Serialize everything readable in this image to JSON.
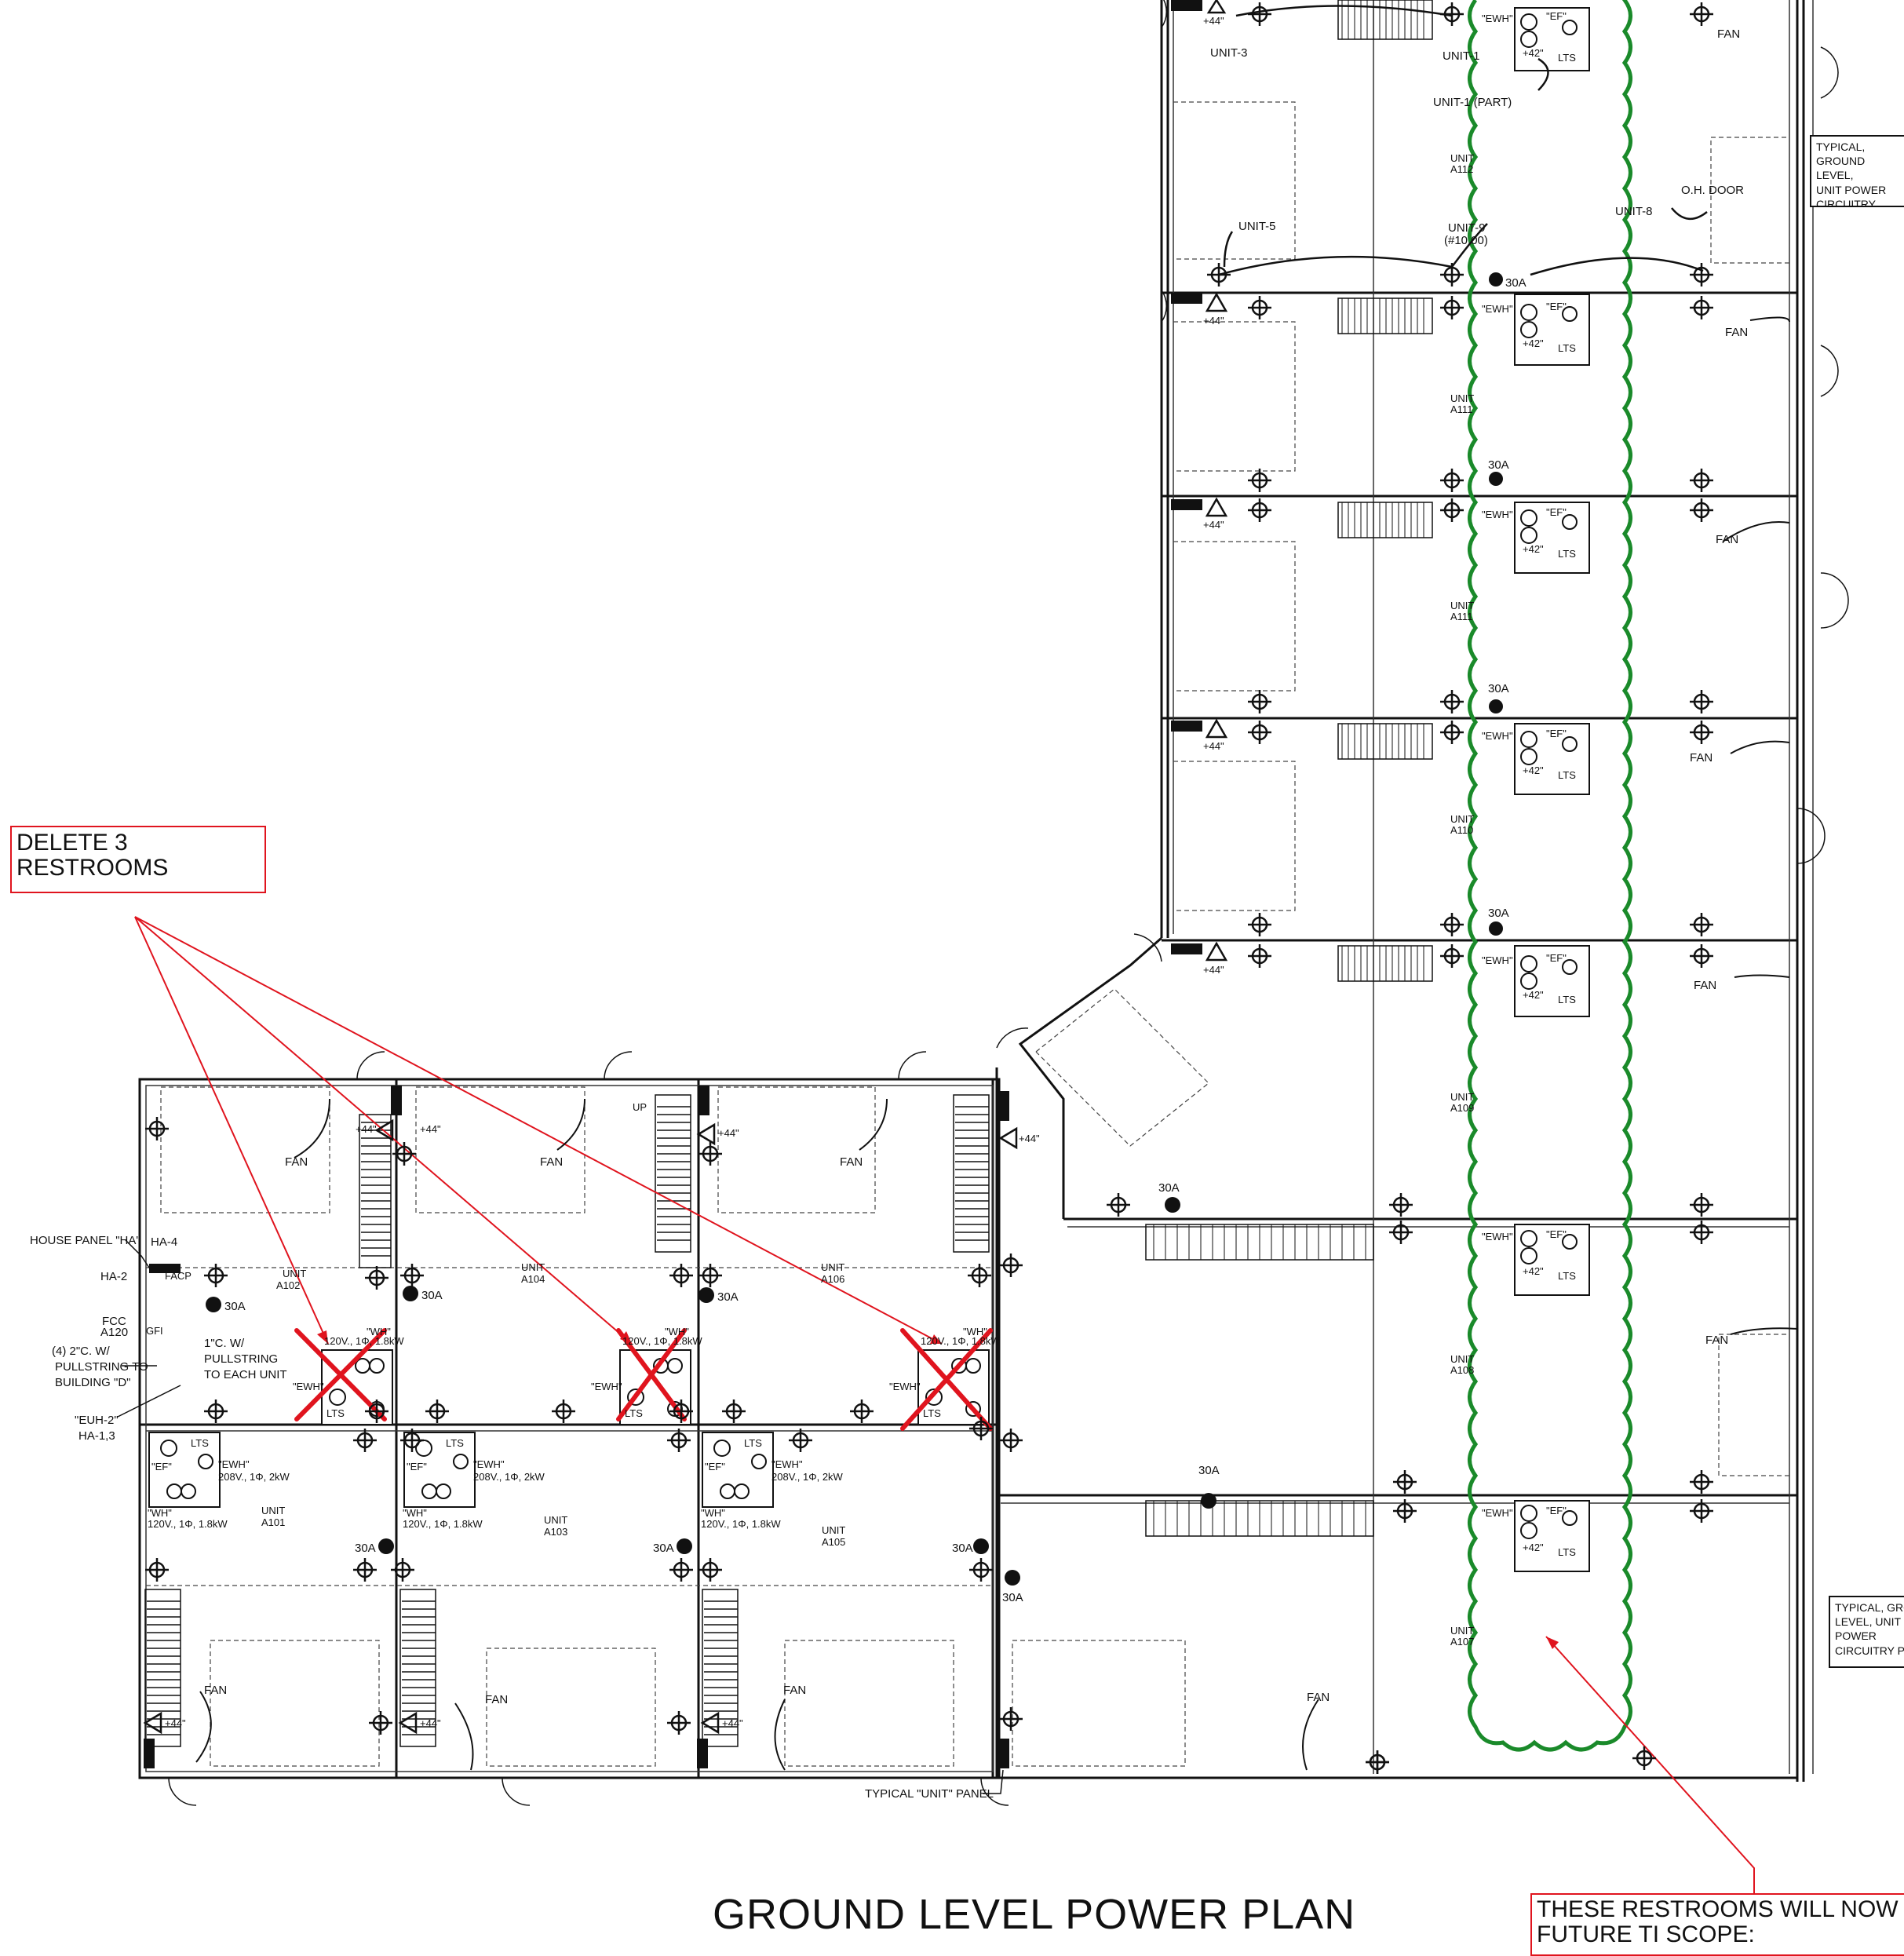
{
  "colors": {
    "line": "#111111",
    "markup_red": "#e0141e",
    "cloud_green": "#1a8a2a",
    "bg": "#ffffff"
  },
  "notes": {
    "delete_restrooms": [
      "DELETE 3",
      "RESTROOMS"
    ],
    "future_scope": [
      "THESE RESTROOMS WILL NOW",
      "FUTURE TI SCOPE:"
    ]
  },
  "title": "GROUND LEVEL POWER PLAN",
  "typical_notes": {
    "top": [
      "TYPICAL,",
      "GROUND LEVEL,",
      "UNIT POWER",
      "CIRCUITRY PLAN"
    ],
    "bottom": [
      "TYPICAL, GRO",
      "LEVEL, UNIT",
      "POWER",
      "CIRCUITRY PL"
    ]
  },
  "labels": {
    "unit3": "UNIT-3",
    "unit1": "UNIT-1",
    "unit1_part": "UNIT-1 (PART)",
    "unit5": "UNIT-5",
    "unit8": "UNIT-8",
    "unit9": "UNIT-9",
    "unit9b": "(#10,00)",
    "oh_door": "O.H. DOOR",
    "unit": "UNIT",
    "fan": "FAN",
    "ewh": "\"EWH\"",
    "ef": "\"EF\"",
    "wh": "\"WH\"",
    "lts": "LTS",
    "h42": "+42\"",
    "h44": "+44\"",
    "a30": "30A",
    "up": "UP",
    "wh_spec": "120V., 1Φ, 1.8kW",
    "ewh_spec": "208V., 1Φ, 2kW",
    "house_panel": "HOUSE PANEL \"HA\"",
    "ha4": "HA-4",
    "ha2": "HA-2",
    "fcc": "FCC",
    "pullstring": [
      "(4) 2\"C. W/",
      "PULLSTRING TO",
      "BUILDING \"D\""
    ],
    "euh": [
      "\"EUH-2\"",
      "HA-1,3"
    ],
    "conduit": [
      "1\"C. W/",
      "PULLSTRING",
      "TO EACH UNIT"
    ],
    "typical_unit_panel": "TYPICAL \"UNIT\" PANEL",
    "facp": "FACP",
    "gfi": "GFI"
  },
  "unit_numbers": {
    "right": [
      "A112",
      "A111",
      "A111",
      "A110",
      "A109",
      "A108",
      "A107"
    ],
    "left_top": [
      "A102",
      "A104",
      "A106"
    ],
    "left_bottom": [
      "A101",
      "A103",
      "A105"
    ],
    "fcc": "A120"
  }
}
